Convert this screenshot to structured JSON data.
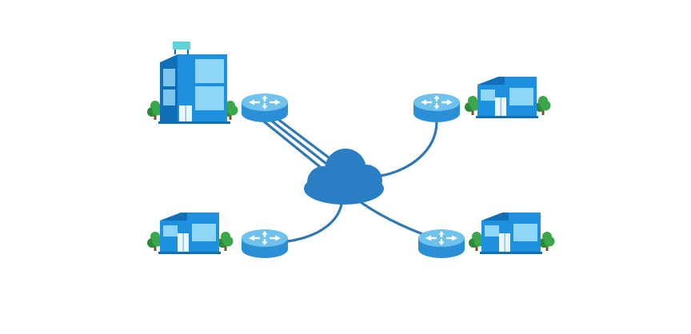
{
  "diagram": {
    "type": "network-topology",
    "hub": {
      "icon": "cloud-icon"
    },
    "sites": [
      {
        "id": "hq",
        "building": "office-tower-icon",
        "router": "router-icon",
        "link": "triple-line"
      },
      {
        "id": "branch-ne",
        "building": "branch-office-icon",
        "router": "router-icon",
        "link": "single-line"
      },
      {
        "id": "branch-sw",
        "building": "branch-office-icon",
        "router": "router-icon",
        "link": "single-line"
      },
      {
        "id": "branch-se",
        "building": "branch-office-icon",
        "router": "router-icon",
        "link": "single-line"
      }
    ],
    "colors": {
      "link": "#2f78b5",
      "cloud": "#2a7fc4",
      "router_top": "#6fc2ee",
      "router_side": "#2a8fd4",
      "router_arrows": "#ffffff",
      "building_face": "#1e90e0",
      "building_glass": "#8ed6f7",
      "building_dark": "#116fb8",
      "sign": "#5fd3d8",
      "tree": "#3aa84a",
      "tree_dark": "#2b8a3a",
      "trunk": "#7a5230"
    }
  }
}
